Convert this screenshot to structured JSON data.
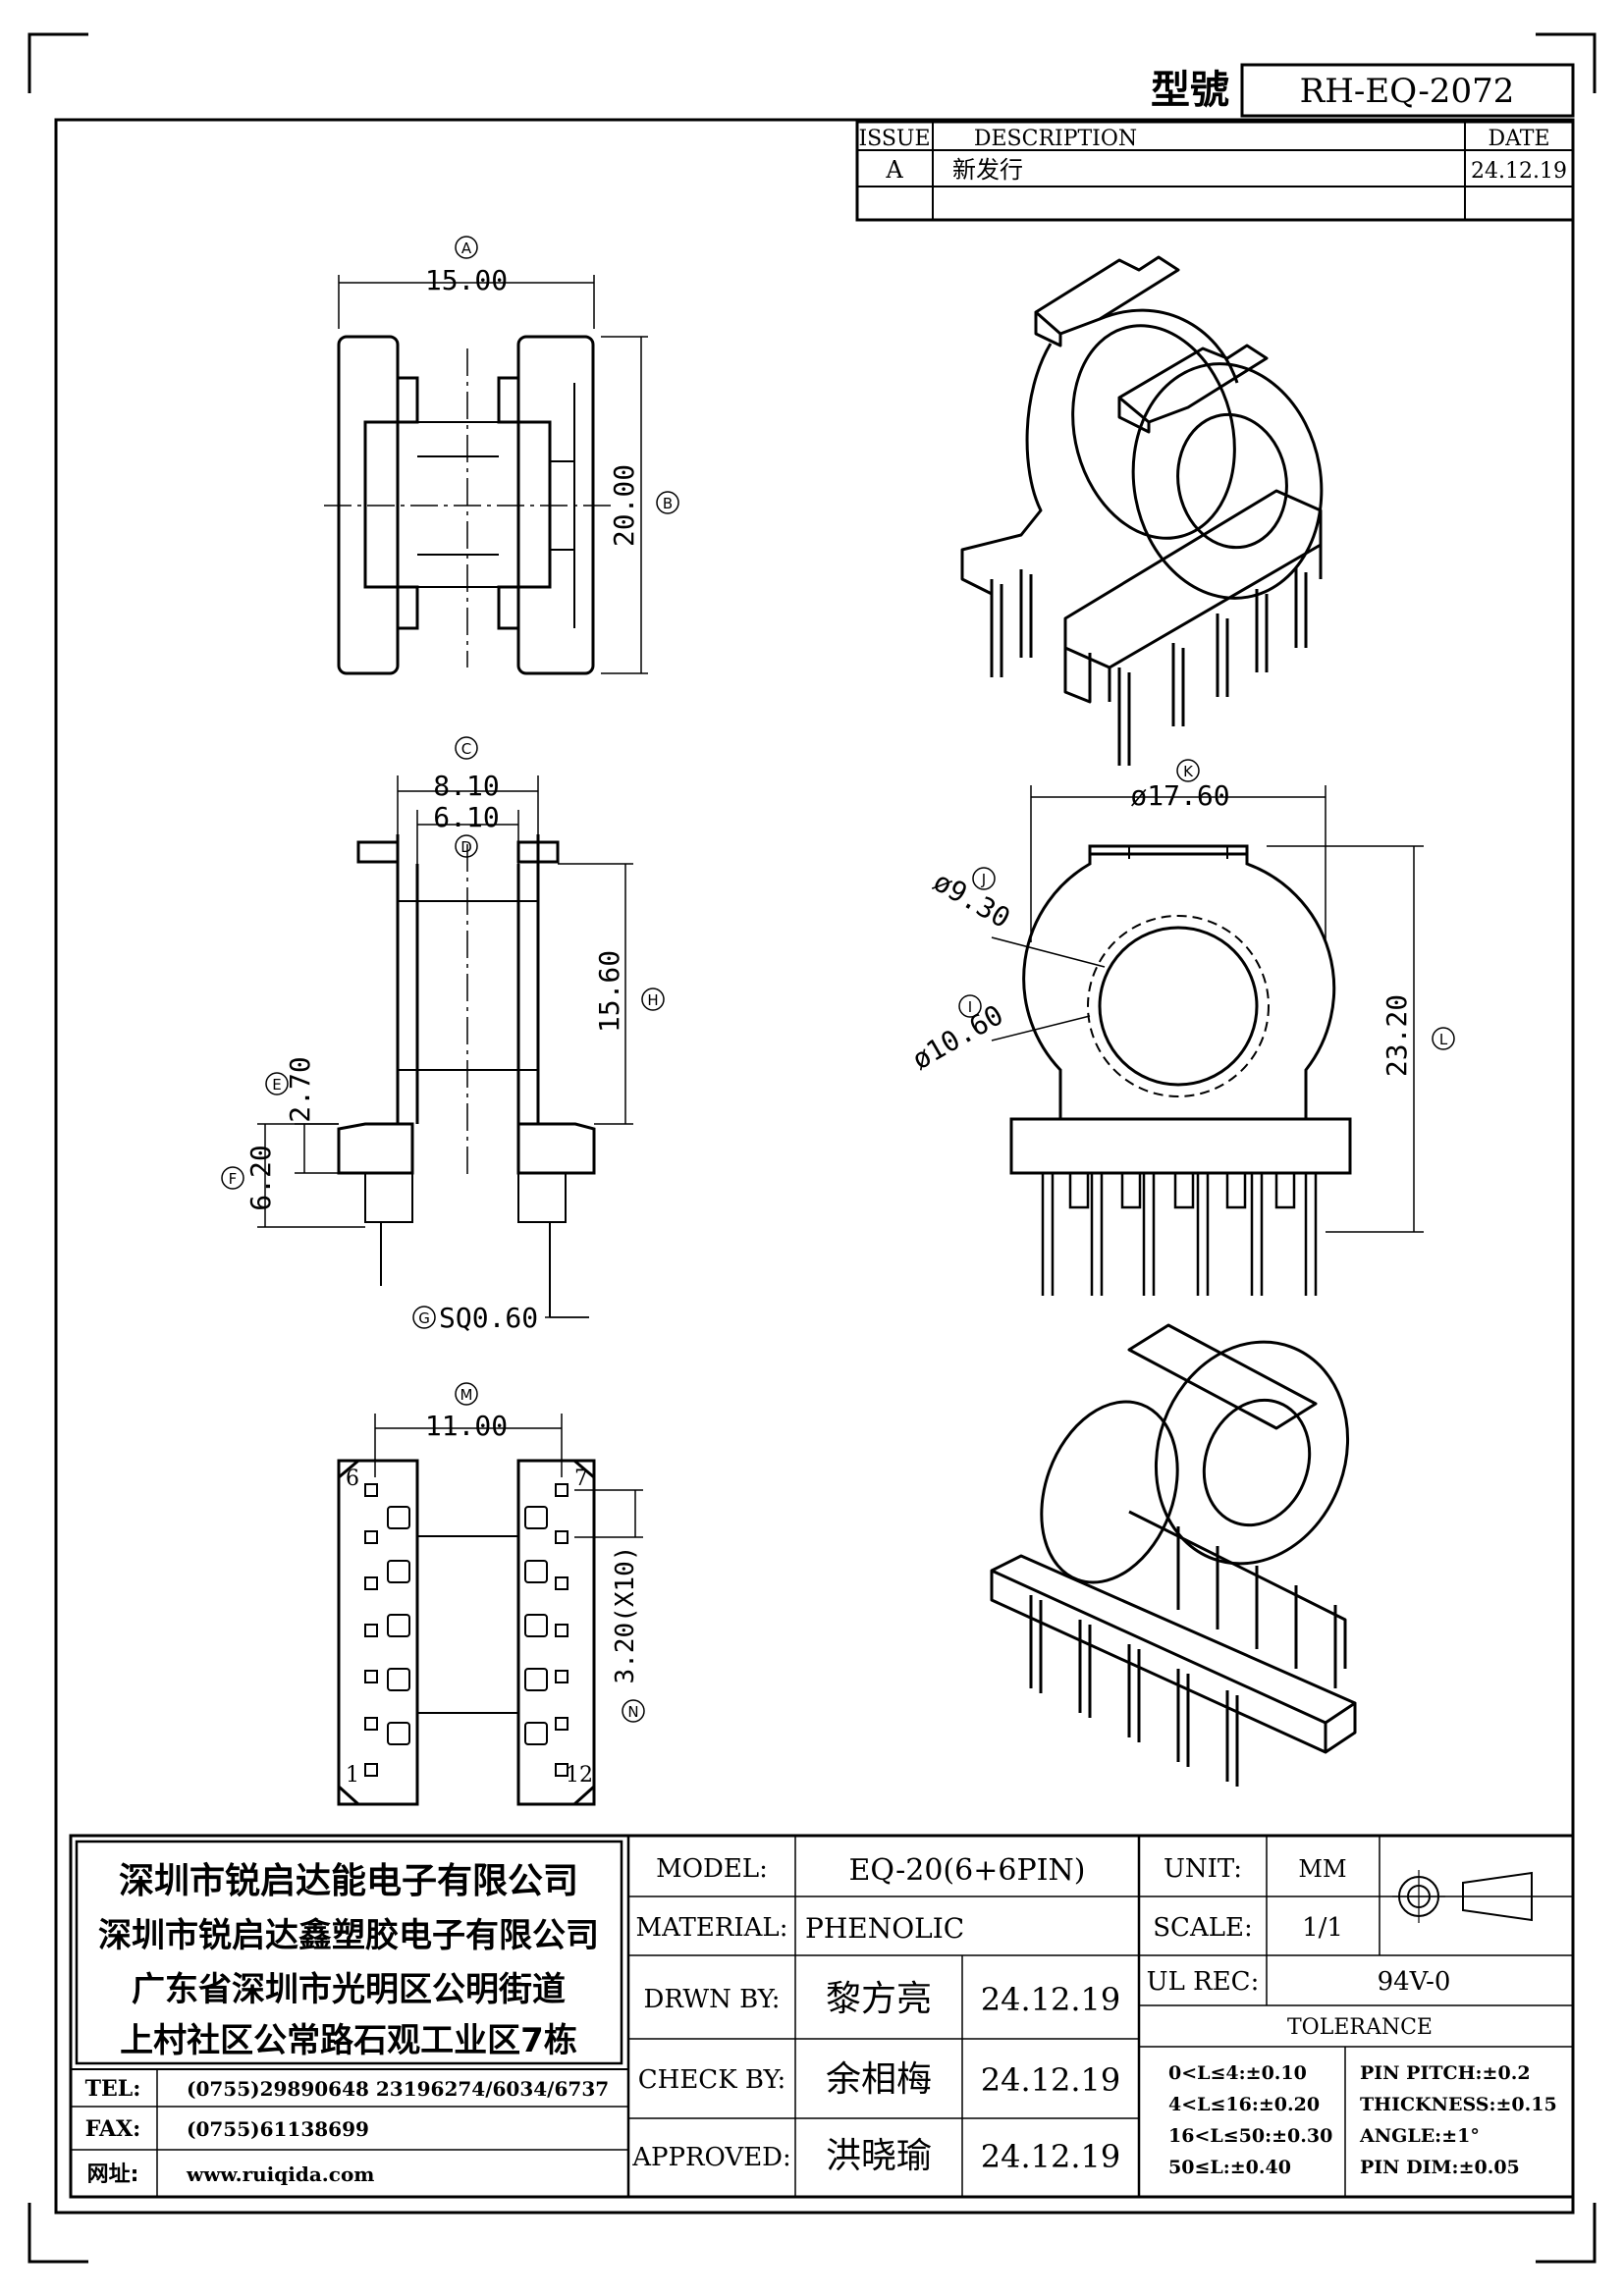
{
  "header": {
    "model_label": "型號",
    "model_number": "RH-EQ-2072"
  },
  "revision": {
    "issue_header": "ISSUE",
    "description_header": "DESCRIPTION",
    "date_header": "DATE",
    "rows": [
      {
        "issue": "A",
        "description": "新发行",
        "date": "24.12.19"
      }
    ]
  },
  "top_view": {
    "circle_A": "A",
    "dim_width": "15.00",
    "circle_B": "B",
    "dim_height": "20.00"
  },
  "side_view": {
    "circle_C": "C",
    "dim_outer": "8.10",
    "circle_D": "D",
    "dim_inner": "6.10",
    "circle_H": "H",
    "dim_height": "15.60",
    "circle_E": "E",
    "dim_flange": "2.70",
    "circle_F": "F",
    "dim_pin": "6.20",
    "circle_G": "G",
    "dim_sq": "SQ0.60"
  },
  "front_view": {
    "circle_K": "K",
    "dim_width": "ø17.60",
    "circle_J": "J",
    "dim_inner": "ø9.30",
    "circle_I": "I",
    "dim_outer": "ø10.60",
    "circle_L": "L",
    "dim_height": "23.20"
  },
  "bottom_view": {
    "circle_M": "M",
    "dim_span": "11.00",
    "circle_N": "N",
    "dim_pitch": "3.20(X10)",
    "pin_6": "6",
    "pin_7": "7",
    "pin_1": "1",
    "pin_12": "12"
  },
  "title_block": {
    "company": [
      "深圳市锐启达能电子有限公司",
      "深圳市锐启达鑫塑胶电子有限公司",
      "广东省深圳市光明区公明街道",
      "上村社区公常路石观工业区7栋"
    ],
    "tel_label": "TEL:",
    "tel": "(0755)29890648  23196274/6034/6737",
    "fax_label": "FAX:",
    "fax": "(0755)61138699",
    "web_label": "网址:",
    "web": "www.ruiqida.com",
    "model_label": "MODEL:",
    "model": "EQ-20(6+6PIN)",
    "material_label": "MATERIAL:",
    "material": "PHENOLIC",
    "drawn_label": "DRWN BY:",
    "drawn_by": "黎方亮",
    "drawn_date": "24.12.19",
    "check_label": "CHECK BY:",
    "check_by": "余相梅",
    "check_date": "24.12.19",
    "approved_label": "APPROVED:",
    "approved_by": "洪晓瑜",
    "approved_date": "24.12.19",
    "unit_label": "UNIT:",
    "unit": "MM",
    "scale_label": "SCALE:",
    "scale": "1/1",
    "ul_label": "UL REC:",
    "ul": "94V-0",
    "tolerance_title": "TOLERANCE",
    "tol_left": [
      "0<L≤4:±0.10",
      "4<L≤16:±0.20",
      "16<L≤50:±0.30",
      "50≤L:±0.40"
    ],
    "tol_right": [
      "PIN PITCH:±0.2",
      "THICKNESS:±0.15",
      "ANGLE:±1°",
      "PIN DIM:±0.05"
    ]
  }
}
